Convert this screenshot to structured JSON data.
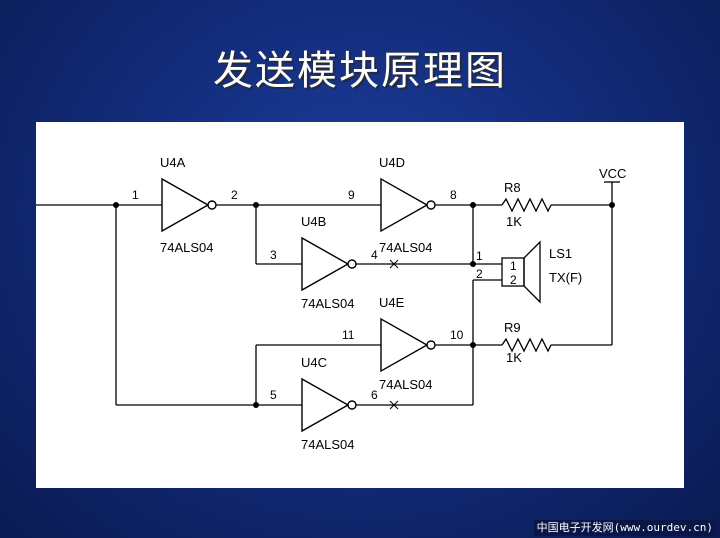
{
  "slide": {
    "title": "发送模块原理图"
  },
  "footer": {
    "credit": "中国电子开发网(www.ourdev.cn)"
  },
  "schematic": {
    "gates": {
      "u4a": {
        "name": "U4A",
        "part": "74ALS04",
        "in_pin": "1",
        "out_pin": "2"
      },
      "u4b": {
        "name": "U4B",
        "part": "74ALS04",
        "in_pin": "3",
        "out_pin": "4"
      },
      "u4c": {
        "name": "U4C",
        "part": "74ALS04",
        "in_pin": "5",
        "out_pin": "6"
      },
      "u4d": {
        "name": "U4D",
        "part": "74ALS04",
        "in_pin": "9",
        "out_pin": "8"
      },
      "u4e": {
        "name": "U4E",
        "part": "74ALS04",
        "in_pin": "11",
        "out_pin": "10"
      }
    },
    "resistors": {
      "r8": {
        "name": "R8",
        "value": "1K"
      },
      "r9": {
        "name": "R9",
        "value": "1K"
      }
    },
    "transducer": {
      "name": "LS1",
      "part": "TX(F)",
      "pin1": "1",
      "pin2": "2",
      "ext_pin1": "1",
      "ext_pin2": "2"
    },
    "supply": {
      "name": "VCC"
    }
  }
}
